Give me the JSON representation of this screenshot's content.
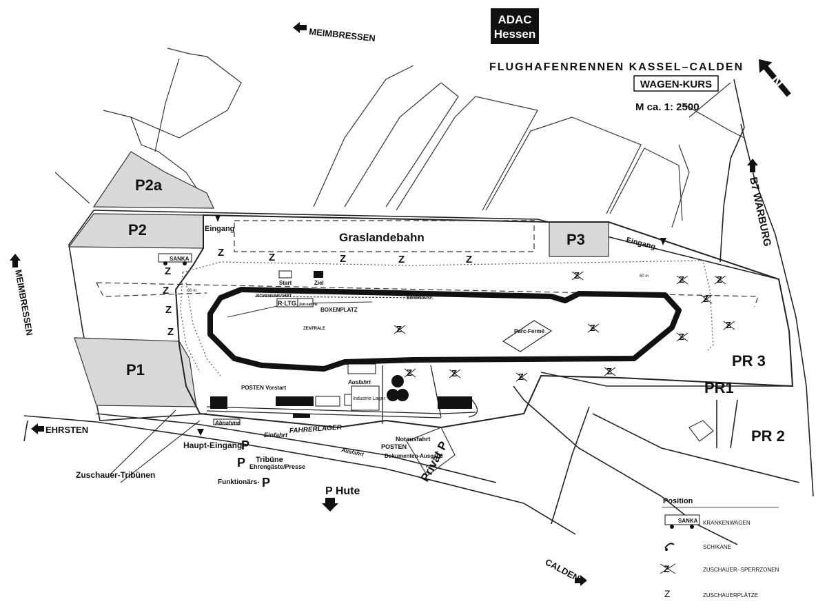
{
  "header": {
    "logo_line1": "ADAC",
    "logo_line2": "Hessen",
    "title": "FLUGHAFENRENNEN KASSEL–CALDEN",
    "subtitle": "WAGEN-KURS",
    "scale": "M ca. 1: 2500",
    "north": "N"
  },
  "directions": {
    "meimbressen_top": "MEIMBRESSEN",
    "meimbressen_left": "MEIMBRESSEN",
    "ehrsten": "EHRSTEN",
    "calden": "CALDEN",
    "b7": "B7 WARBURG",
    "p_hute": "P Hute"
  },
  "parking": {
    "p2a": "P2a",
    "p2": "P2",
    "p3": "P3",
    "p1": "P1",
    "pr3": "PR 3",
    "pr1": "PR1",
    "pr2": "PR 2",
    "privat_p": "Privat P"
  },
  "labels": {
    "graslandebahn": "Graslandebahn",
    "eingang_left": "Eingang",
    "eingang_right": "Eingang",
    "start": "Start",
    "ziel": "Ziel",
    "sanka": "SANKA",
    "boxeneinfahrt": "BOXENEINFAHRT",
    "boxenausf": "BOXENAUSF.",
    "r_ltg": "R·LTG.",
    "zeit_nahme": "Zeit-nahme",
    "boxenplatz": "BOXENPLATZ",
    "zentrale": "ZENTRALE",
    "parc_ferme": "Parc-Fermé",
    "ausfahrt_top": "Ausfahrt",
    "industrie_lager": "Industrie Lager",
    "posten_vorstart": "POSTEN Vorstart",
    "abnahme": "Abnahme",
    "einfahrt": "Einfahrt",
    "fahrerlager": "FAHRERLAGER",
    "ausfahrt_bottom": "Ausfahrt",
    "notausfahrt": "Notausfahrt",
    "posten": "POSTEN",
    "dokumenten": "Dokumenten-Ausgabe",
    "haupt_eingang": "Haupt-Eingang",
    "p_letter": "P",
    "tribuene": "Tribüne",
    "ehrengaeste": "Ehrengäste/Presse",
    "funktionaers": "Funktionärs-",
    "zuschauer_tribuenen": "Zuschauer-Tribünen",
    "m60": "60 m",
    "m30": "30 m",
    "z": "Z"
  },
  "legend": {
    "heading": "Position",
    "sanka": "SANKA",
    "krankenwagen": "KRANKENWAGEN",
    "schikane": "SCHIKANE",
    "sperrzonen": "ZUSCHAUER- SPERRZONEN",
    "z_symbol": "Z",
    "zuschauerplaetze": "ZUSCHAUERPLÄTZE"
  }
}
